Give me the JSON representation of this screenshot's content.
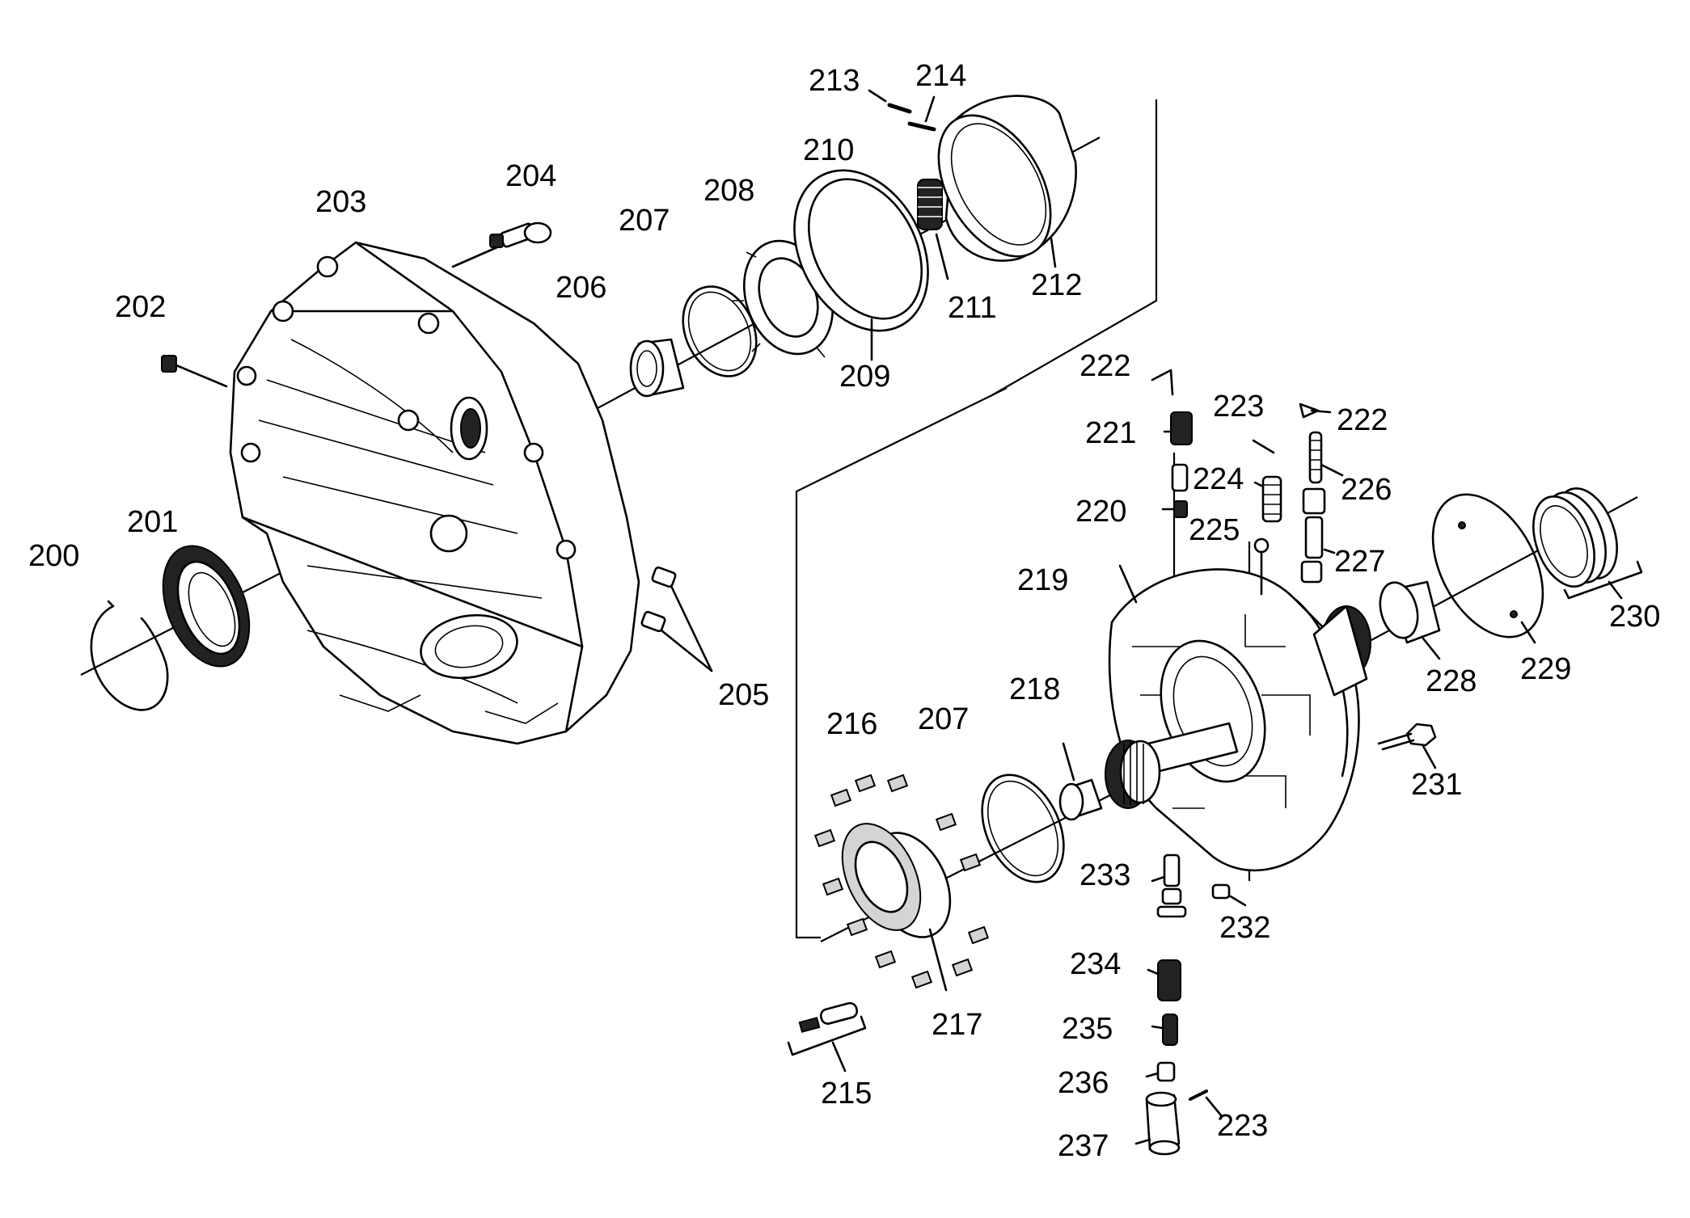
{
  "labels": {
    "p200": "200",
    "p201": "201",
    "p202": "202",
    "p203": "203",
    "p204": "204",
    "p205": "205",
    "p206": "206",
    "p207a": "207",
    "p207b": "207",
    "p208": "208",
    "p209": "209",
    "p210": "210",
    "p211": "211",
    "p212": "212",
    "p213": "213",
    "p214": "214",
    "p215": "215",
    "p216": "216",
    "p217": "217",
    "p218": "218",
    "p219": "219",
    "p220": "220",
    "p221": "221",
    "p222a": "222",
    "p222b": "222",
    "p223a": "223",
    "p223b": "223",
    "p224": "224",
    "p225": "225",
    "p226": "226",
    "p227": "227",
    "p228": "228",
    "p229": "229",
    "p230": "230",
    "p231": "231",
    "p232": "232",
    "p233": "233",
    "p234": "234",
    "p235": "235",
    "p236": "236",
    "p237": "237"
  }
}
